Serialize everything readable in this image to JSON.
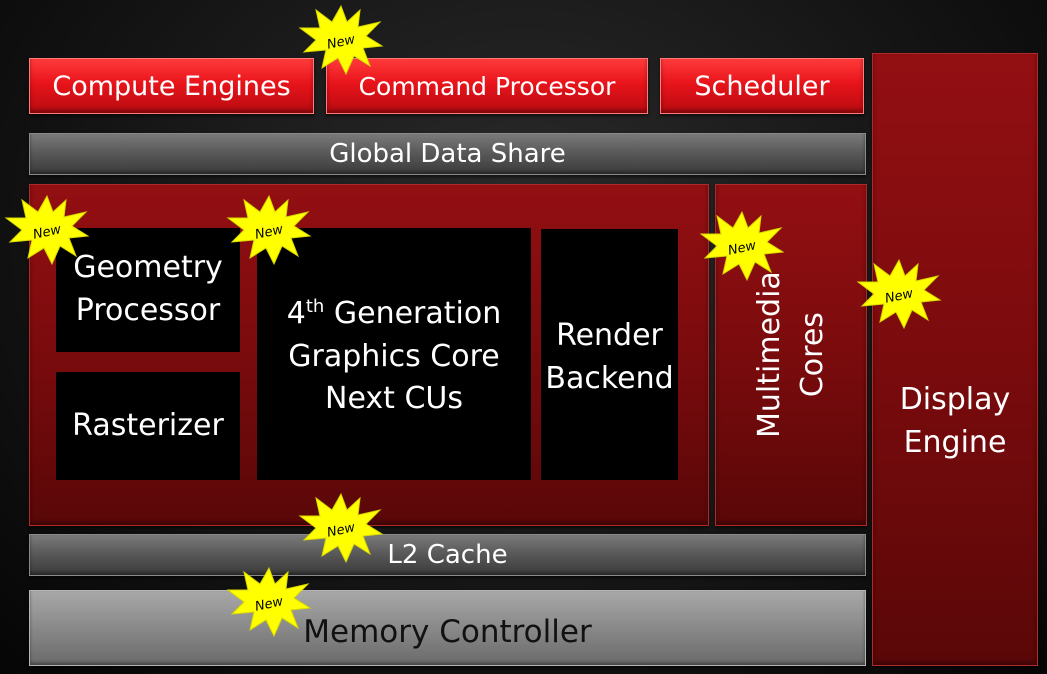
{
  "colors": {
    "bright_red": "#e8141b",
    "dark_red": "#7a0b0d",
    "bar_gray": "#5a5a5a",
    "memory_gray": "#8c8c8c",
    "new_star": "#ffff00"
  },
  "top_row": {
    "compute_engines": "Compute Engines",
    "command_processor": "Command Processor",
    "scheduler": "Scheduler"
  },
  "global_data_share": "Global Data Share",
  "graphics_block": {
    "geometry_processor": "Geometry\nProcessor",
    "rasterizer": "Rasterizer",
    "cu_line1_num": "4",
    "cu_line1_sup": "th",
    "cu_line1_rest": " Generation",
    "cu_line2": "Graphics Core",
    "cu_line3": "Next CUs",
    "render_backend": "Render\nBackend"
  },
  "multimedia_cores": "Multimedia\nCores",
  "display_engine": "Display\nEngine",
  "l2_cache": "L2 Cache",
  "memory_controller": "Memory Controller",
  "new_badge": "New"
}
